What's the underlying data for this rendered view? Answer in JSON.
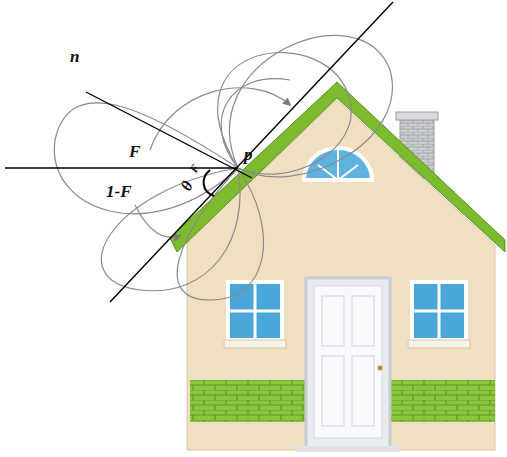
{
  "diagram": {
    "labels": [
      "n",
      "F",
      "1-F",
      "p",
      "θ",
      "F"
    ]
  }
}
